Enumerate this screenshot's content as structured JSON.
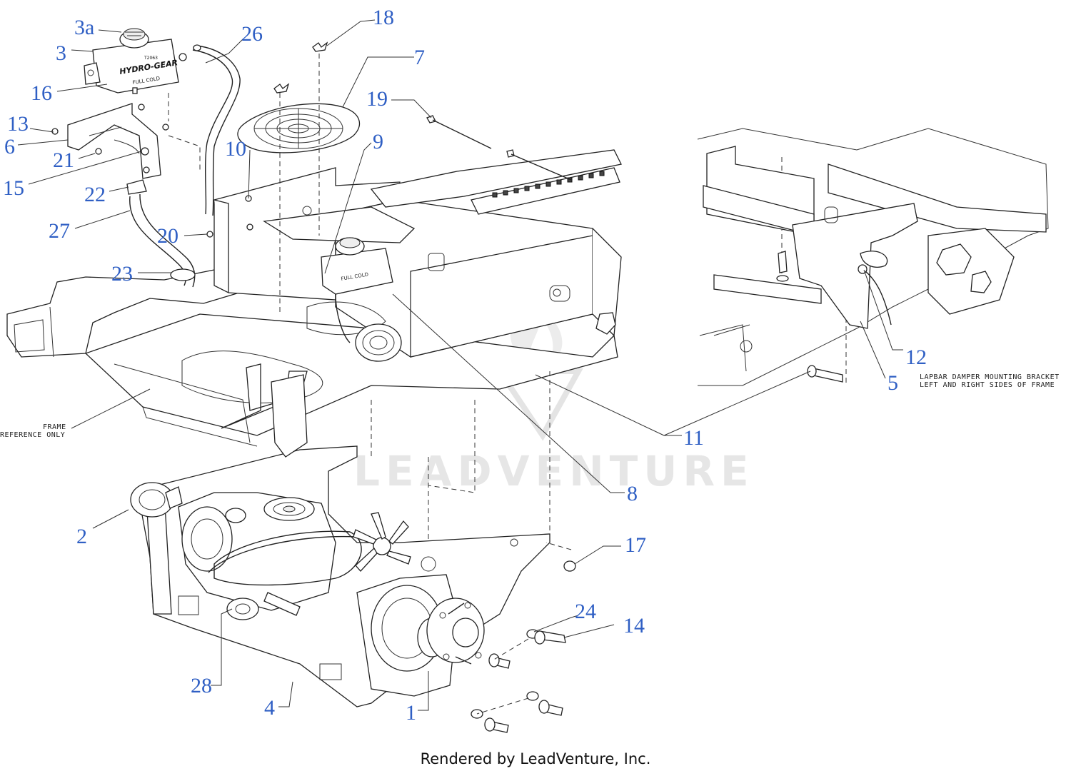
{
  "callouts": [
    {
      "id": "3a",
      "label": "3a"
    },
    {
      "id": "3",
      "label": "3"
    },
    {
      "id": "16",
      "label": "16"
    },
    {
      "id": "13",
      "label": "13"
    },
    {
      "id": "6",
      "label": "6"
    },
    {
      "id": "21",
      "label": "21"
    },
    {
      "id": "15",
      "label": "15"
    },
    {
      "id": "22",
      "label": "22"
    },
    {
      "id": "27",
      "label": "27"
    },
    {
      "id": "26",
      "label": "26"
    },
    {
      "id": "18",
      "label": "18"
    },
    {
      "id": "7",
      "label": "7"
    },
    {
      "id": "19",
      "label": "19"
    },
    {
      "id": "10",
      "label": "10"
    },
    {
      "id": "9",
      "label": "9"
    },
    {
      "id": "20",
      "label": "20"
    },
    {
      "id": "23",
      "label": "23"
    },
    {
      "id": "12",
      "label": "12"
    },
    {
      "id": "5",
      "label": "5"
    },
    {
      "id": "11",
      "label": "11"
    },
    {
      "id": "8",
      "label": "8"
    },
    {
      "id": "2",
      "label": "2"
    },
    {
      "id": "17",
      "label": "17"
    },
    {
      "id": "24",
      "label": "24"
    },
    {
      "id": "14",
      "label": "14"
    },
    {
      "id": "28",
      "label": "28"
    },
    {
      "id": "4",
      "label": "4"
    },
    {
      "id": "1",
      "label": "1"
    }
  ],
  "notes": {
    "frame_ref_line1": "FRAME",
    "frame_ref_line2": "REFERENCE ONLY",
    "lapbar_line1": "LAPBAR DAMPER MOUNTING BRACKET",
    "lapbar_line2": "LEFT AND RIGHT SIDES OF FRAME"
  },
  "labels": {
    "reservoir_brand": "HYDRO-GEAR",
    "reservoir_fill": "FULL COLD",
    "reservoir_part_no": "T2063",
    "reservoir_fill_small": "FULL COLD"
  },
  "watermark": "LEADVENTURE",
  "footer": "Rendered by LeadVenture, Inc.",
  "colors": {
    "callout": "#2f5fc4",
    "lines": "#222222",
    "watermark": "#e6e6e6"
  }
}
